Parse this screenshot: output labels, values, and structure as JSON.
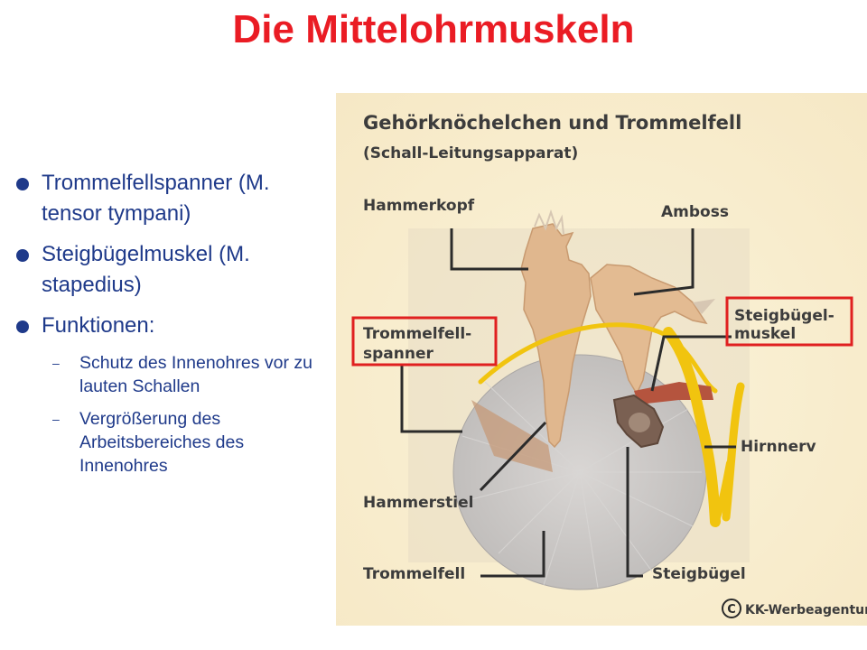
{
  "slide": {
    "title": "Die Mittelohrmuskeln",
    "bullets": [
      {
        "label": "Trommelfellspanner (M. tensor tympani)"
      },
      {
        "label": "Steigbügelmuskel (M. stapedius)"
      },
      {
        "label": "Funktionen:"
      }
    ],
    "sub_bullets": [
      {
        "label": "Schutz des Innenohres vor zu lauten Schallen"
      },
      {
        "label": "Vergrößerung des Arbeitsbereiches des Innenohres"
      }
    ]
  },
  "figure": {
    "heading_line1": "Gehörknöchelchen und Trommelfell",
    "heading_line2": "(Schall-Leitungsapparat)",
    "labels": {
      "hammerkopf": "Hammerkopf",
      "amboss": "Amboss",
      "trommelfellspanner_1": "Trommelfell-",
      "trommelfellspanner_2": "spanner",
      "steigbuegelmuskel_1": "Steigbügel-",
      "steigbuegelmuskel_2": "muskel",
      "hirnnerv": "Hirnnerv",
      "hammerstiel": "Hammerstiel",
      "trommelfell": "Trommelfell",
      "steigbuegel": "Steigbügel",
      "copyright_symbol": "C",
      "copyright": "KK-Werbeagentur"
    },
    "colors": {
      "highlight_box": "#e02020",
      "bone": "#e0b78e",
      "eardrum": "#c9c6c4",
      "nerve": "#f1c40f",
      "muscle": "#b5543e"
    }
  }
}
